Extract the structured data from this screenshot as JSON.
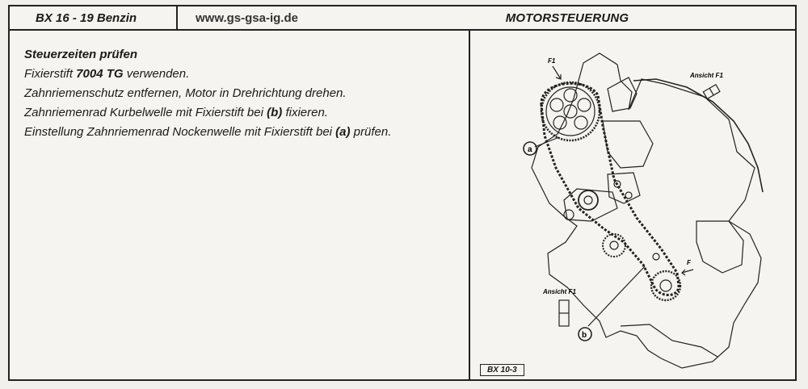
{
  "header": {
    "model": "BX 16 - 19 Benzin",
    "website": "www.gs-gsa-ig.de",
    "section_title": "MOTORSTEUERUNG"
  },
  "instructions": {
    "heading": "Steuerzeiten prüfen",
    "line1_prefix": "Fixierstift ",
    "line1_bold": "7004 TG",
    "line1_suffix": " verwenden.",
    "line2": "Zahnriemenschutz entfernen, Motor in Drehrichtung drehen.",
    "line3_prefix": "Zahnriemenrad Kurbelwelle mit Fixierstift bei ",
    "line3_bold": "(b)",
    "line3_suffix": " fixieren.",
    "line4_prefix": "Einstellung Zahnriemenrad Nockenwelle mit Fixierstift bei ",
    "line4_bold": "(a)",
    "line4_suffix": " prüfen."
  },
  "figure": {
    "label_f1": "F1",
    "label_f": "F",
    "ansicht_top": "Ansicht F1",
    "ansicht_bottom": "Ansicht F1",
    "callout_a": "a",
    "callout_b": "b",
    "reference": "BX 10-3"
  }
}
